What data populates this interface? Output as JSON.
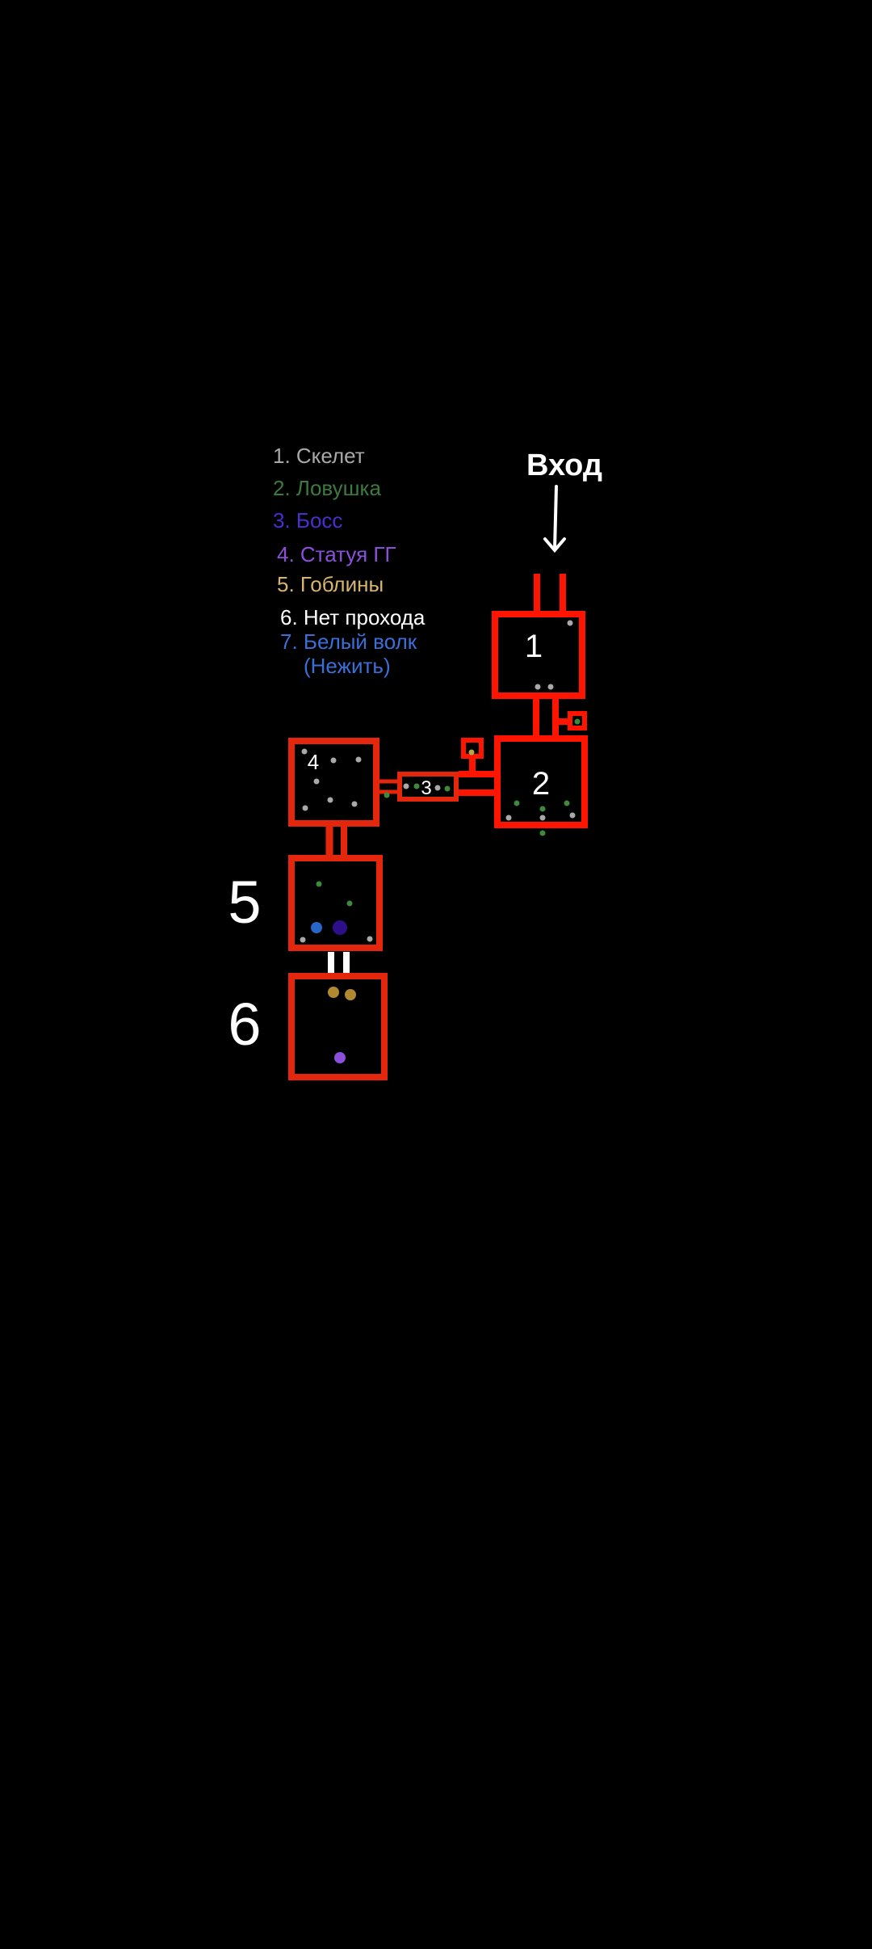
{
  "legend": {
    "items": [
      {
        "text": "1. Скелет",
        "color": "#a9a9a9"
      },
      {
        "text": "2. Ловушка",
        "color": "#3d7a3d"
      },
      {
        "text": "3. Босс",
        "color": "#4b2ed0"
      },
      {
        "text": "4. Статуя ГГ",
        "color": "#8c4fdc"
      },
      {
        "text": "5. Гоблины",
        "color": "#d8b46c"
      },
      {
        "text": "6. Нет прохода",
        "color": "#ffffff"
      },
      {
        "text": "7. Белый волк",
        "color": "#3b6fd8"
      },
      {
        "text": "(Нежить)",
        "color": "#3b6fd8"
      }
    ]
  },
  "entrance": {
    "label": "Вход"
  },
  "rooms": {
    "r1": "1",
    "r2": "2",
    "r3": "3",
    "r4": "4",
    "r5": "5",
    "r6": "6"
  },
  "colors": {
    "wall": "#ff1400",
    "wall_alt": "#e4260c",
    "background": "#000000"
  }
}
